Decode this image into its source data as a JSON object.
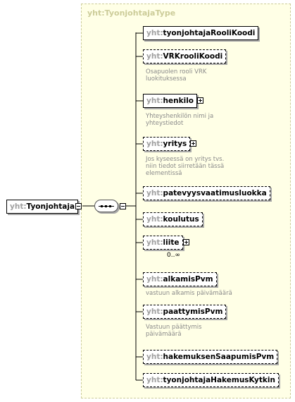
{
  "root": {
    "prefix": "yht:",
    "name": "Tyonjohtaja"
  },
  "type_title": "yht:TyonjohtajaType",
  "elements": [
    {
      "prefix": "yht:",
      "name": "tyonjohtajaRooliKoodi",
      "optional": false,
      "expandable": false,
      "doc": ""
    },
    {
      "prefix": "yht:",
      "name": "VRKrooliKoodi",
      "optional": true,
      "expandable": false,
      "doc": "Osapuolen rooli VRK\nluokituksessa"
    },
    {
      "prefix": "yht:",
      "name": "henkilo",
      "optional": false,
      "expandable": true,
      "doc": "Yhteyshenkilön nimi ja\nyhteystiedot"
    },
    {
      "prefix": "yht:",
      "name": "yritys",
      "optional": true,
      "expandable": true,
      "doc": "Jos kyseessä on yritys tvs.\nniin tiedot siirretään tässä\nelementissä"
    },
    {
      "prefix": "yht:",
      "name": "patevyysvaatimusluokka",
      "optional": true,
      "expandable": false,
      "doc": ""
    },
    {
      "prefix": "yht:",
      "name": "koulutus",
      "optional": true,
      "expandable": false,
      "doc": ""
    },
    {
      "prefix": "yht:",
      "name": "liite",
      "optional": true,
      "expandable": true,
      "doc": "",
      "cardinality": "0..∞"
    },
    {
      "prefix": "yht:",
      "name": "alkamisPvm",
      "optional": true,
      "expandable": false,
      "doc": "vastuun alkamis päivämäärä"
    },
    {
      "prefix": "yht:",
      "name": "paattymisPvm",
      "optional": true,
      "expandable": false,
      "doc": "Vastuun päättymis\npäivämäärä"
    },
    {
      "prefix": "yht:",
      "name": "hakemuksenSaapumisPvm",
      "optional": true,
      "expandable": false,
      "doc": ""
    },
    {
      "prefix": "yht:",
      "name": "tyonjohtajaHakemusKytkin",
      "optional": true,
      "expandable": false,
      "doc": ""
    }
  ]
}
